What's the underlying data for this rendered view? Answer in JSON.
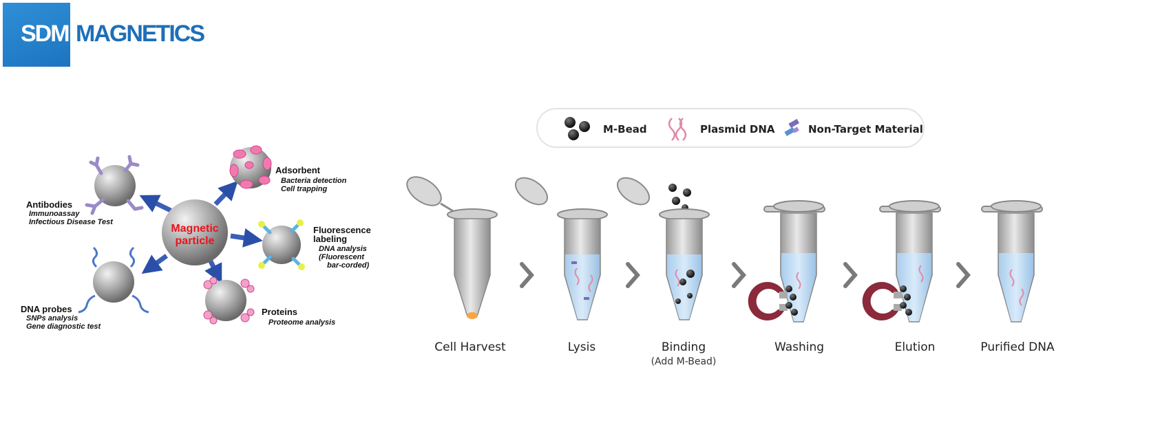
{
  "logo": {
    "part1": "SDM",
    "part2": "MAGNETICS"
  },
  "left_diagram": {
    "center": {
      "line1": "Magnetic",
      "line2": "particle"
    },
    "antibodies": {
      "title": "Antibodies",
      "lines": [
        "Immunoassay",
        "Infectious Disease Test"
      ]
    },
    "adsorbent": {
      "title": "Adsorbent",
      "lines": [
        "Bacteria detection",
        "Cell trapping"
      ]
    },
    "fluorescence": {
      "title1": "Fluorescence",
      "title2": "labeling",
      "lines": [
        "DNA analysis",
        "(Fluorescent",
        "bar-corded)"
      ]
    },
    "dna_probes": {
      "title": "DNA probes",
      "lines": [
        "SNPs analysis",
        "Gene diagnostic test"
      ]
    },
    "proteins": {
      "title": "Proteins",
      "lines": [
        "Proteome analysis"
      ]
    }
  },
  "legend": {
    "items": [
      "M-Bead",
      "Plasmid DNA",
      "Non-Target Material"
    ]
  },
  "steps": [
    {
      "label": "Cell Harvest"
    },
    {
      "label": "Lysis"
    },
    {
      "label": "Binding",
      "sub": "(Add M-Bead)"
    },
    {
      "label": "Washing"
    },
    {
      "label": "Elution"
    },
    {
      "label": "Purified DNA"
    }
  ],
  "colors": {
    "brand_blue": "#1d6fb8",
    "accent_red": "#e8141c",
    "arrow_blue": "#2b4fa8",
    "liquid": "#bcd8f2"
  }
}
